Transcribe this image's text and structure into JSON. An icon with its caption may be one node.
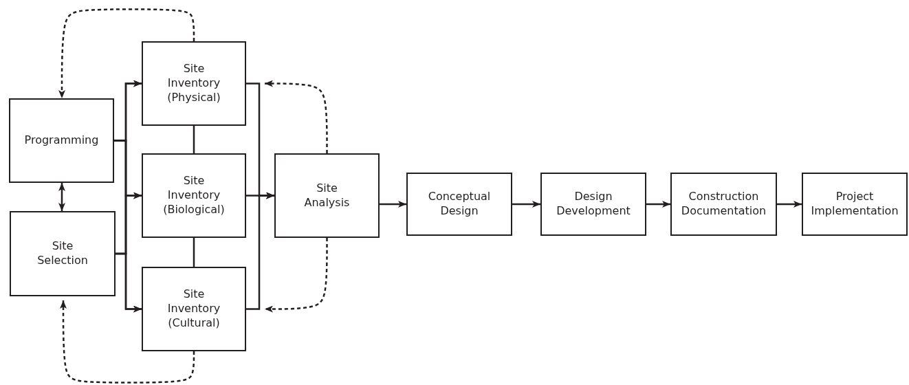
{
  "diagram": {
    "nodes": [
      {
        "text": [
          "Programming"
        ]
      },
      {
        "text": [
          "Site Selection"
        ]
      },
      {
        "text": [
          "Site Inventory (Physical)"
        ]
      },
      {
        "text": [
          "Site Inventory (Biological)"
        ]
      },
      {
        "text": [
          "Site Inventory (Cultural)"
        ]
      },
      {
        "text": [
          "Site Analysis"
        ]
      },
      {
        "text": [
          "Conceptual Design"
        ]
      },
      {
        "text": [
          "Design Development"
        ]
      },
      {
        "text": [
          "Construction Documentation"
        ]
      },
      {
        "text": [
          "Project Implementation"
        ]
      }
    ],
    "edges": [
      {
        "from": 0,
        "to": 2,
        "arrow": "to"
      },
      {
        "from": 0,
        "to": 3,
        "arrow": "to"
      },
      {
        "from": 0,
        "to": 4,
        "arrow": "to"
      },
      {
        "from": 1,
        "to": 2,
        "arrow": "to"
      },
      {
        "from": 1,
        "to": 3,
        "arrow": "to"
      },
      {
        "from": 1,
        "to": 4,
        "arrow": "to"
      },
      {
        "from": 0,
        "to": 1,
        "arrow": "both"
      },
      {
        "from": 2,
        "to": 3,
        "arrow": "none"
      },
      {
        "from": 3,
        "to": 4,
        "arrow": "none"
      },
      {
        "from": 2,
        "to": 5,
        "arrow": "to"
      },
      {
        "from": 3,
        "to": 5,
        "arrow": "to"
      },
      {
        "from": 4,
        "to": 5,
        "arrow": "to"
      },
      {
        "from": 5,
        "to": 6,
        "arrow": "to"
      },
      {
        "from": 6,
        "to": 7,
        "arrow": "to"
      },
      {
        "from": 7,
        "to": 8,
        "arrow": "to"
      },
      {
        "from": 8,
        "to": 9,
        "arrow": "to"
      },
      {
        "from": 2,
        "to": 0,
        "arrow": "to",
        "style": "dashed"
      },
      {
        "from": 5,
        "to": 2,
        "arrow": "to",
        "style": "dashed"
      },
      {
        "from": 5,
        "to": 4,
        "arrow": "to",
        "style": "dashed"
      },
      {
        "from": 4,
        "to": 1,
        "arrow": "to",
        "style": "dashed"
      }
    ]
  }
}
